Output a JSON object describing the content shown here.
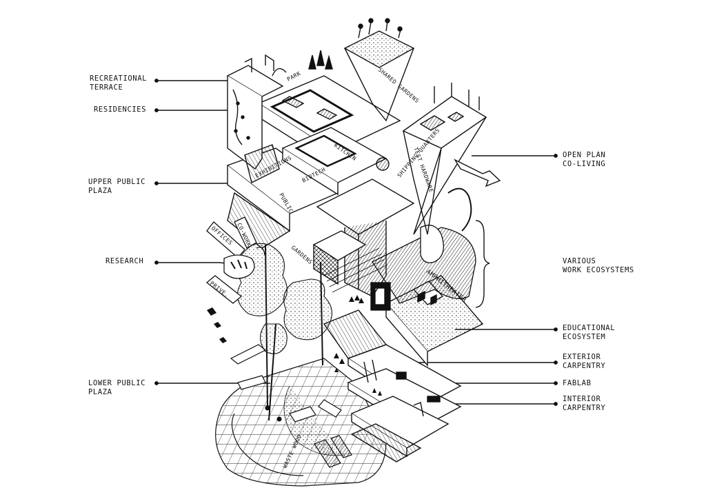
{
  "labels_left": {
    "recreational_terrace": "RECREATIONAL\nTERRACE",
    "residencies": "RESIDENCIES",
    "upper_public_plaza": "UPPER PUBLIC\nPLAZA",
    "research": "RESEARCH",
    "lower_public_plaza": "LOWER PUBLIC\nPLAZA"
  },
  "labels_right": {
    "open_plan_coliving": "OPEN PLAN\nCO-LIVING",
    "various_work_ecosystems": "VARIOUS\nWORK ECOSYSTEMS",
    "educational_ecosystem": "EDUCATIONAL\nECOSYSTEM",
    "exterior_carpentry": "EXTERIOR\nCARPENTRY",
    "fablab": "FABLAB",
    "interior_carpentry": "INTERIOR\nCARPENTRY"
  },
  "drawing_tags": {
    "park": "PARK",
    "shared_gardens": "SHARED GARDENS",
    "kitchen": "KITCHEN",
    "exhibitions": "EXHIBITIONS",
    "public": "PUBLIC",
    "biotech": "BIOTECH",
    "test_hardware": "TEST HARDWARE",
    "shipping_quarters": "SHIPPING QUARTERS",
    "offices": "Offices",
    "co_work": "Co-Work",
    "prive": "Prive.",
    "gardens": "GARDENS",
    "amphitheater": "AMPHITHEATER",
    "waste_wood": "WASTE WOOD"
  }
}
